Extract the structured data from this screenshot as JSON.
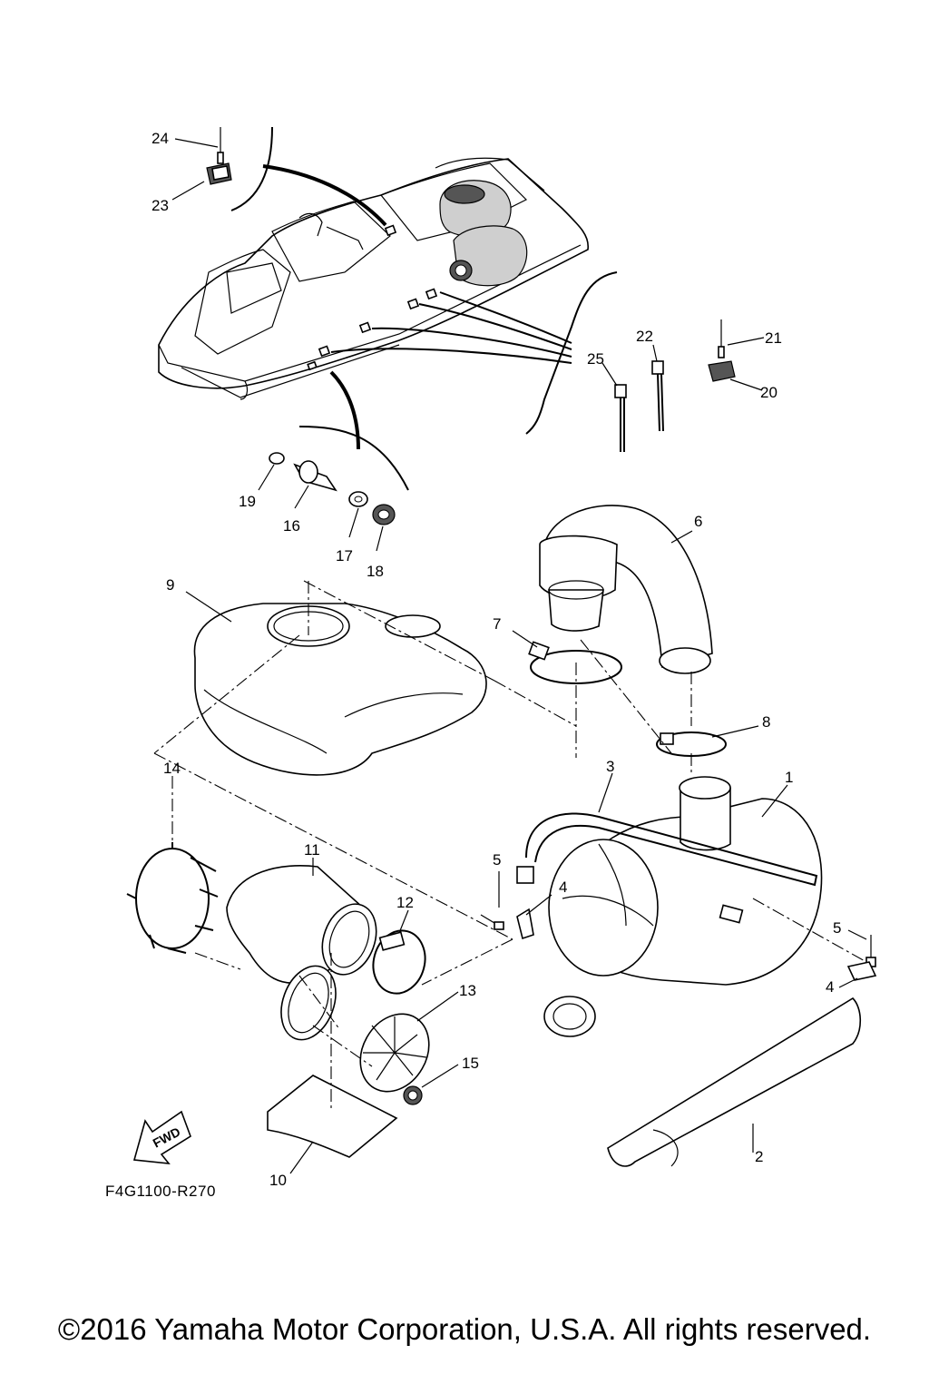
{
  "diagram": {
    "code": "F4G1100-R270",
    "fwd_label": "FWD",
    "callouts": [
      "1",
      "2",
      "3",
      "4",
      "4",
      "5",
      "5",
      "6",
      "7",
      "8",
      "9",
      "10",
      "11",
      "12",
      "13",
      "14",
      "15",
      "16",
      "17",
      "18",
      "19",
      "20",
      "21",
      "22",
      "23",
      "24",
      "25"
    ]
  },
  "footer": {
    "copyright": "©2016 Yamaha Motor Corporation, U.S.A. All rights reserved."
  }
}
